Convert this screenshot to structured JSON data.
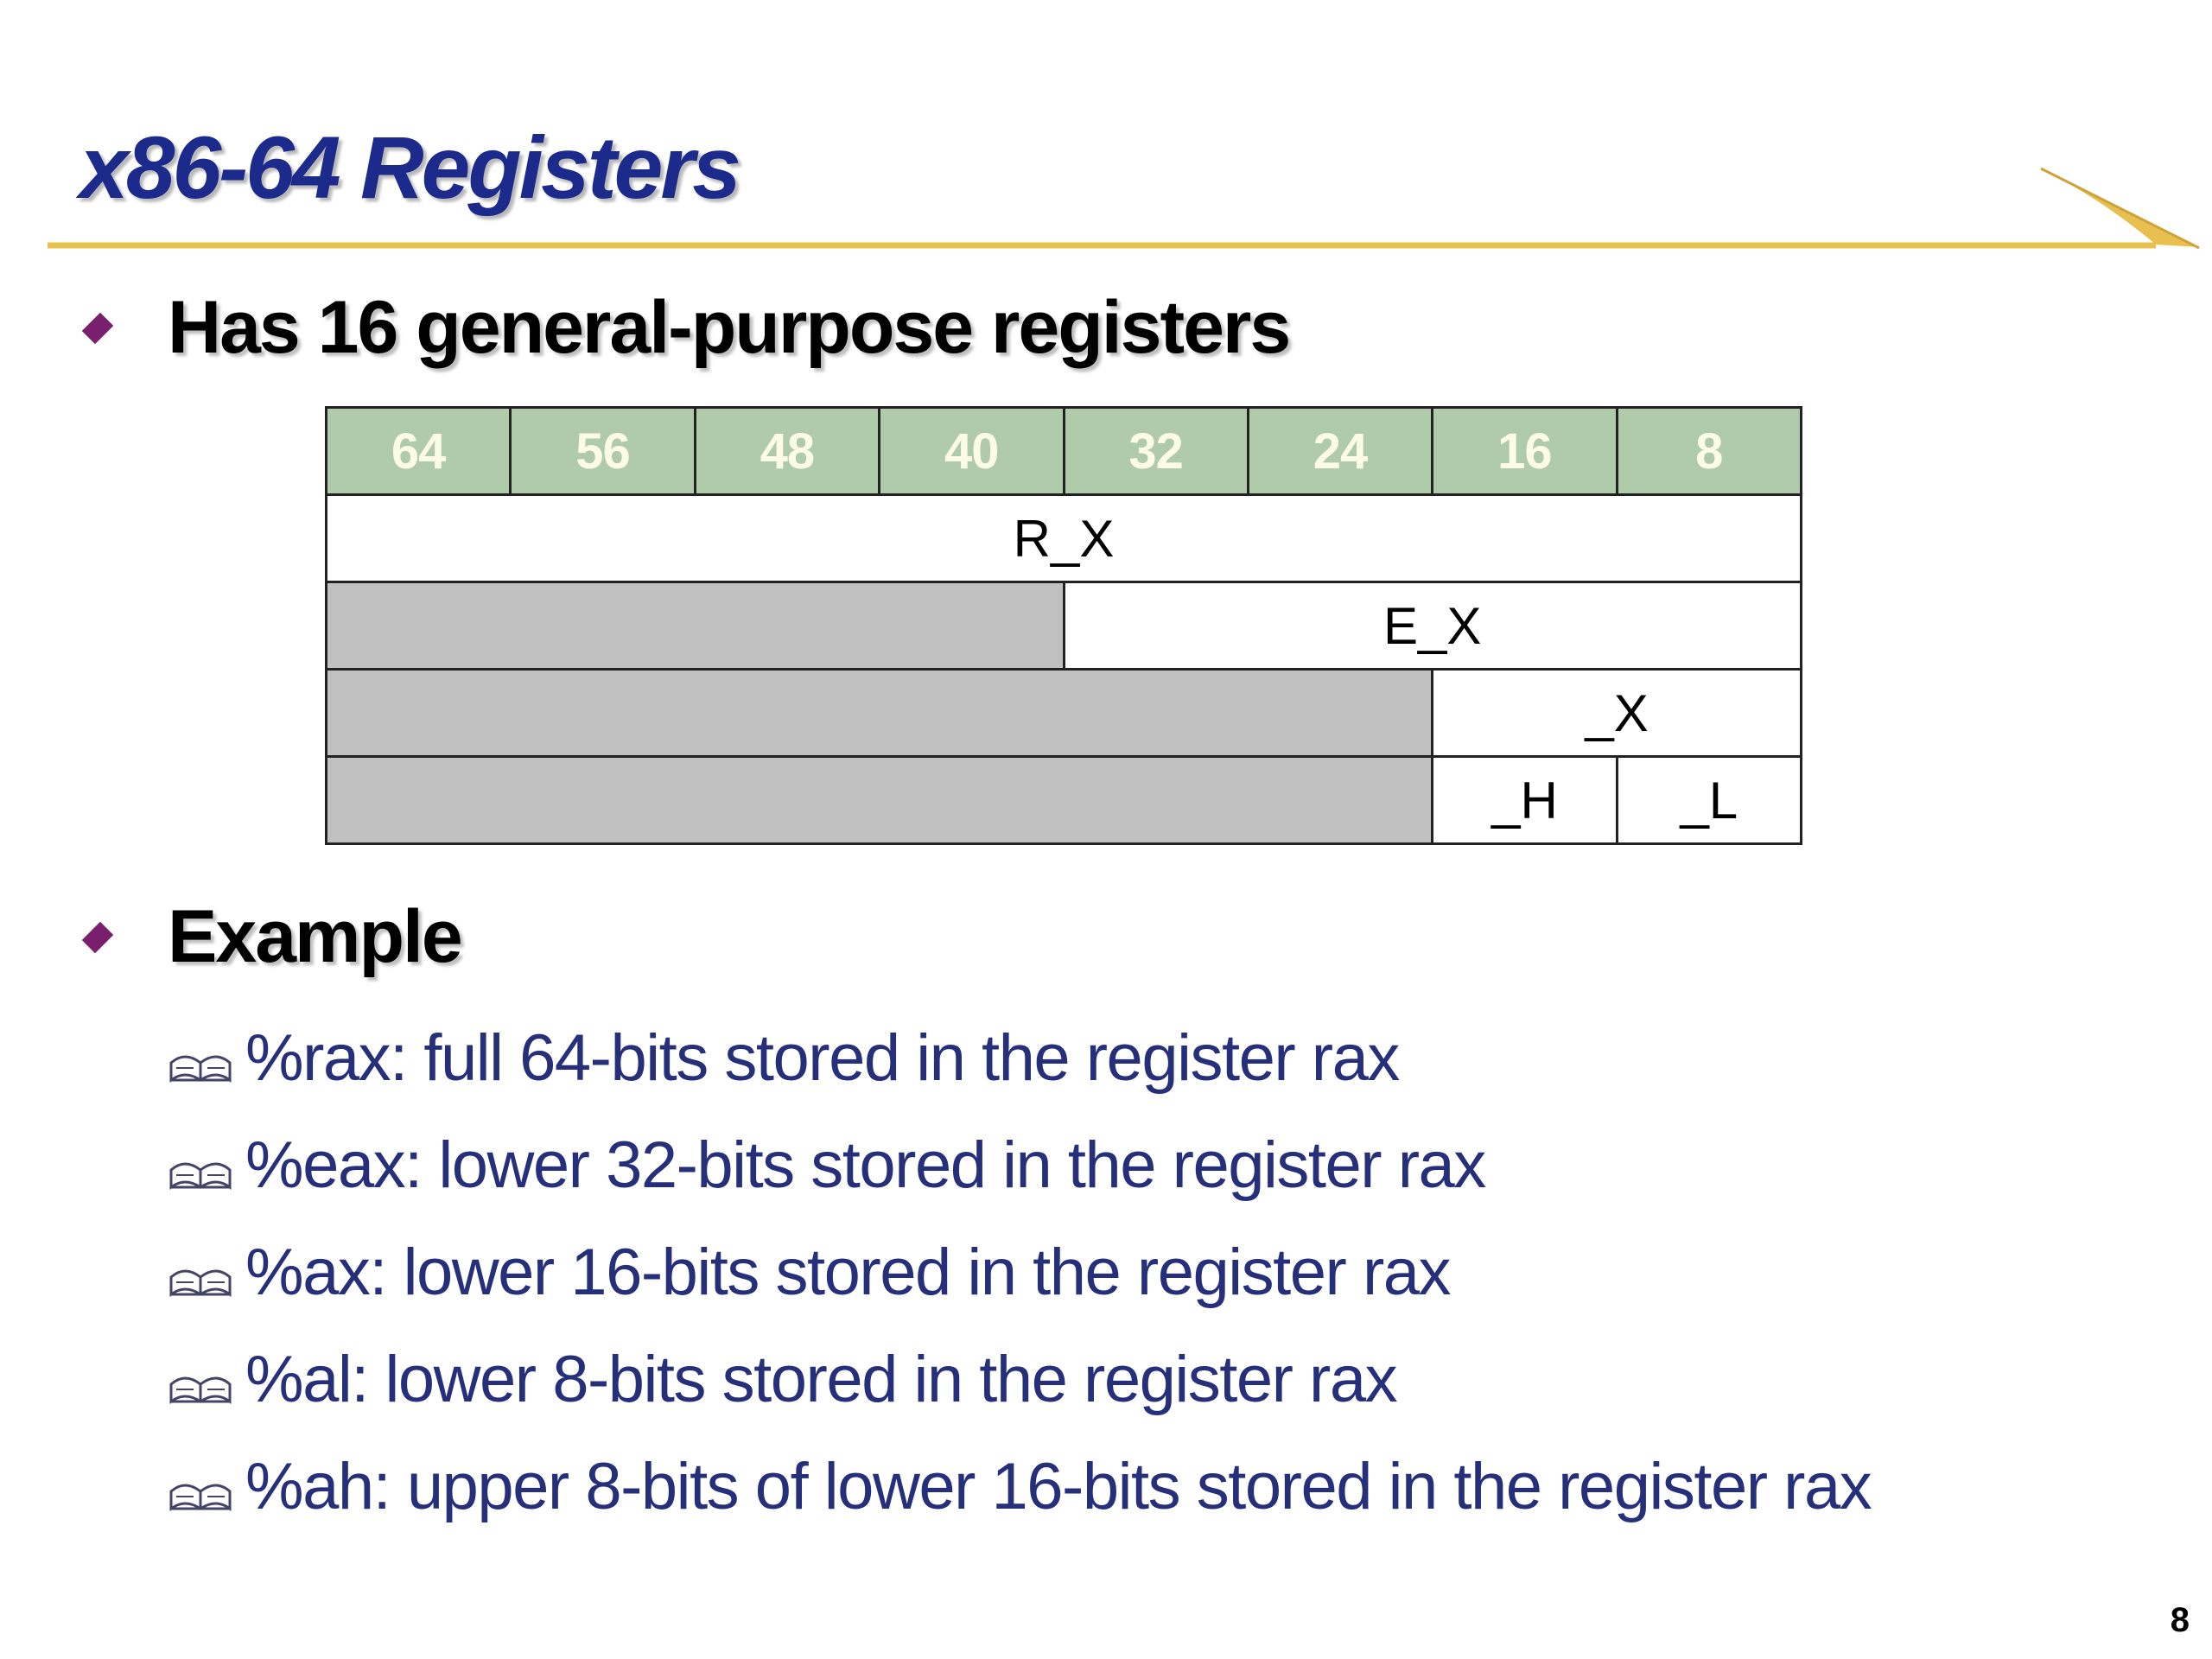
{
  "slide": {
    "title": "x86-64 Registers",
    "bullets": [
      "Has 16 general-purpose registers",
      "Example"
    ],
    "register_table": {
      "bit_headers": [
        "64",
        "56",
        "48",
        "40",
        "32",
        "24",
        "16",
        "8"
      ],
      "rows": {
        "r": "R_X",
        "e": "E_X",
        "x": "_X",
        "h": "_H",
        "l": "_L"
      }
    },
    "examples": [
      "%rax: full 64-bits stored in the register rax",
      "%eax: lower 32-bits stored in the register rax",
      "%ax: lower 16-bits stored in the register rax",
      "%al: lower 8-bits stored in the register rax",
      "%ah: upper 8-bits of lower 16-bits stored in the register rax"
    ],
    "page_number": "8"
  },
  "colors": {
    "title": "#1c2a8c",
    "rule": "#e8c050",
    "bullet": "#7a1f6e",
    "header_cell": "#afcbaa",
    "header_text": "#fbfbe6",
    "unused_cell": "#c0c0c0",
    "example_text": "#26307a"
  },
  "icons": {
    "bullet": "diamond-bullet-icon",
    "sub_bullet": "open-book-icon"
  }
}
